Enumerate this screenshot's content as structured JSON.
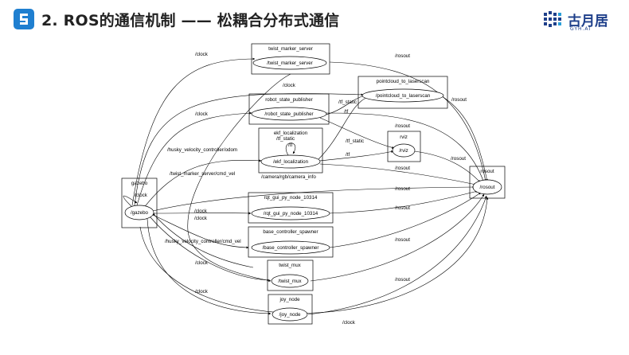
{
  "header": {
    "title": "2. ROS的通信机制 —— 松耦合分布式通信",
    "icon": "s-logo-icon",
    "accent": "#1f7fd0"
  },
  "brand": {
    "name": "古月居",
    "sub": "GYH.AI",
    "color": "#1e3f8a"
  },
  "graph": {
    "clusters": {
      "twist_marker_server": "twist_marker_server",
      "pointcloud_to_laserscan": "pointcloud_to_laserscan",
      "robot_state_publisher": "robot_state_publisher",
      "ekf_localization": "ekf_localization",
      "rviz": "rviz",
      "rosout": "rosout",
      "gazebo": "gazebo",
      "rqt_gui": "rqt_gui_py_node_10314",
      "base_controller_spawner": "base_controller_spawner",
      "twist_mux": "twist_mux",
      "joy_node": "joy_node"
    },
    "nodes": {
      "twist_marker_server": "/twist_marker_server",
      "pointcloud_to_laserscan": "/pointcloud_to_laserscan",
      "robot_state_publisher": "/robot_state_publisher",
      "ekf_localization": "/ekf_localization",
      "rviz": "/rviz",
      "rosout": "/rosout",
      "gazebo": "/gazebo",
      "rqt_gui": "/rqt_gui_py_node_10314",
      "base_controller_spawner": "/base_controller_spawner",
      "twist_mux": "/twist_mux",
      "joy_node": "/joy_node"
    },
    "topics": {
      "clock": "/clock",
      "rosout": "/rosout",
      "tf_static": "/tf_static",
      "tf": "/tf",
      "odom": "/husky_velocity_controller/odom",
      "twist_cmd": "/twist_marker_server/cmd_vel",
      "husky_cmd": "/husky_velocity_controller/cmd_vel",
      "camera_info": "/camera/rgb/camera_info"
    }
  }
}
